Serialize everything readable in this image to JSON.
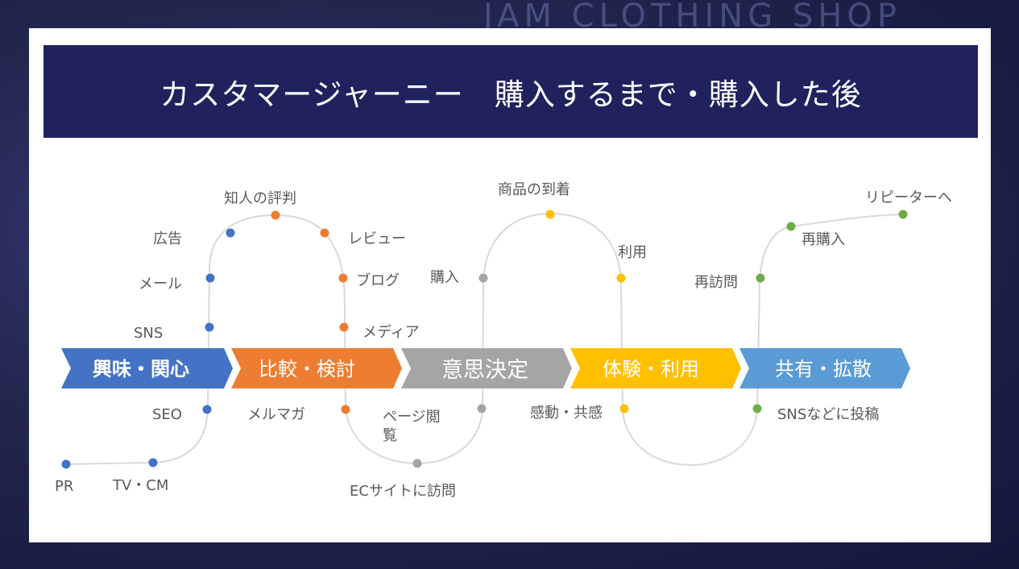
{
  "background_sign": "JAM CLOTHING SHOP",
  "title": "カスタマージャーニー　購入するまで・購入した後",
  "colors": {
    "header_bg": "#20225e",
    "blue": "#4472c4",
    "orange": "#ed7d31",
    "gray": "#a5a5a5",
    "yellow": "#ffc000",
    "lightblue": "#5b9bd5",
    "green": "#70ad47",
    "curve": "#d9d9d9",
    "label": "#595959"
  },
  "stages": [
    {
      "label": "興味・関心",
      "color": "#4472c4"
    },
    {
      "label": "比較・検討",
      "color": "#ed7d31"
    },
    {
      "label": "意思決定",
      "color": "#a5a5a5"
    },
    {
      "label": "体験・利用",
      "color": "#ffc000"
    },
    {
      "label": "共有・拡散",
      "color": "#5b9bd5"
    }
  ],
  "touchpoints": [
    {
      "label": "PR",
      "stage": 0
    },
    {
      "label": "TV・CM",
      "stage": 0
    },
    {
      "label": "SEO",
      "stage": 0
    },
    {
      "label": "SNS",
      "stage": 0
    },
    {
      "label": "メール",
      "stage": 0
    },
    {
      "label": "広告",
      "stage": 0
    },
    {
      "label": "知人の評判",
      "stage": 1
    },
    {
      "label": "レビュー",
      "stage": 1
    },
    {
      "label": "ブログ",
      "stage": 1
    },
    {
      "label": "メディア",
      "stage": 1
    },
    {
      "label": "メルマガ",
      "stage": 1
    },
    {
      "label": "ECサイトに訪問",
      "stage": 2
    },
    {
      "label": "ページ閲",
      "stage": 2
    },
    {
      "label": "覧",
      "stage": 2
    },
    {
      "label": "購入",
      "stage": 2
    },
    {
      "label": "商品の到着",
      "stage": 3
    },
    {
      "label": "利用",
      "stage": 3
    },
    {
      "label": "感動・共感",
      "stage": 3
    },
    {
      "label": "SNSなどに投稿",
      "stage": 4
    },
    {
      "label": "再訪問",
      "stage": 4
    },
    {
      "label": "再購入",
      "stage": 4
    },
    {
      "label": "リピーターへ",
      "stage": 4
    }
  ]
}
